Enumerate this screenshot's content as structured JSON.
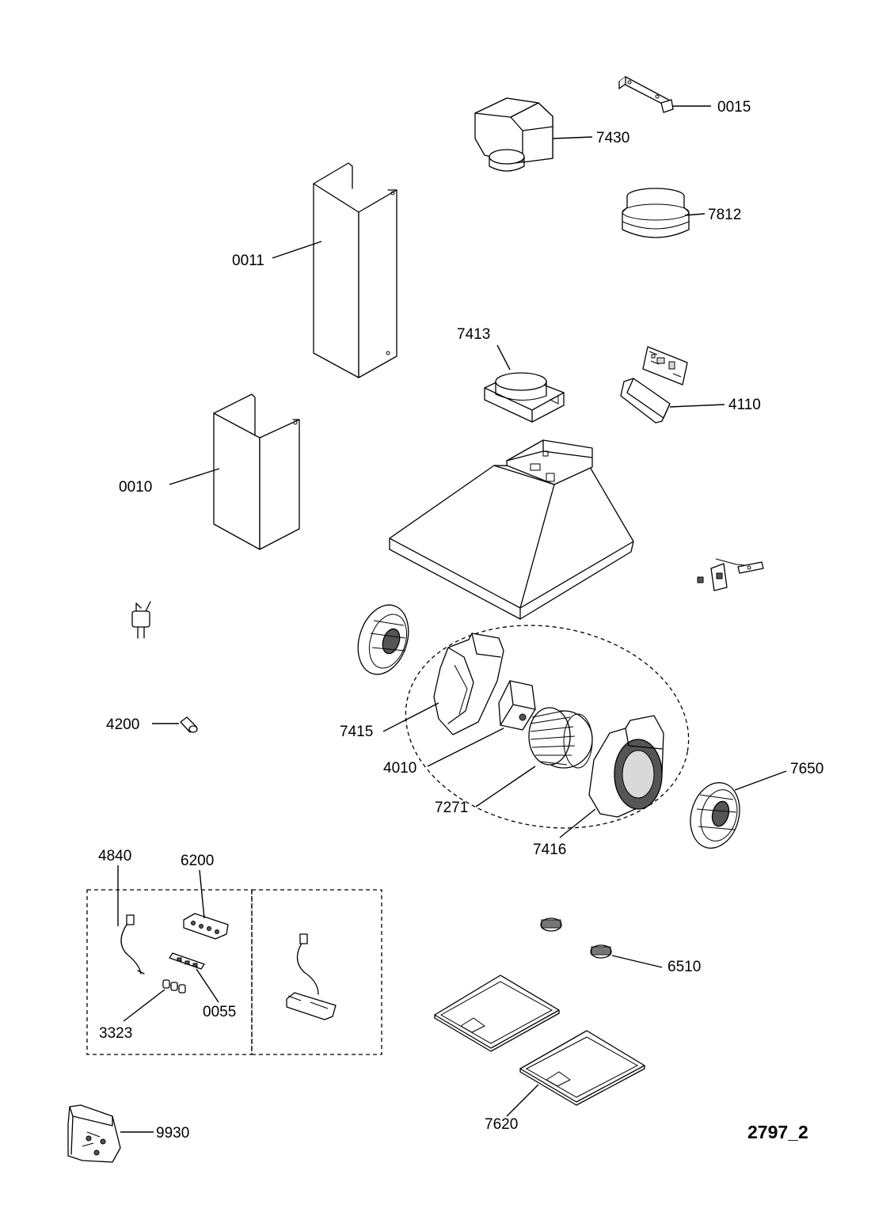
{
  "diagram": {
    "reference": "2797_2",
    "parts": [
      {
        "id": "p0015",
        "label": "0015"
      },
      {
        "id": "p7430",
        "label": "7430"
      },
      {
        "id": "p7812",
        "label": "7812"
      },
      {
        "id": "p0011",
        "label": "0011"
      },
      {
        "id": "p7413",
        "label": "7413"
      },
      {
        "id": "p4110",
        "label": "4110"
      },
      {
        "id": "p0010",
        "label": "0010"
      },
      {
        "id": "p4200",
        "label": "4200"
      },
      {
        "id": "p7415",
        "label": "7415"
      },
      {
        "id": "p4010",
        "label": "4010"
      },
      {
        "id": "p7271",
        "label": "7271"
      },
      {
        "id": "p7650",
        "label": "7650"
      },
      {
        "id": "p7416",
        "label": "7416"
      },
      {
        "id": "p4840",
        "label": "4840"
      },
      {
        "id": "p6200",
        "label": "6200"
      },
      {
        "id": "p6510",
        "label": "6510"
      },
      {
        "id": "p0055",
        "label": "0055"
      },
      {
        "id": "p3323",
        "label": "3323"
      },
      {
        "id": "p7620",
        "label": "7620"
      },
      {
        "id": "p9930",
        "label": "9930"
      }
    ]
  }
}
